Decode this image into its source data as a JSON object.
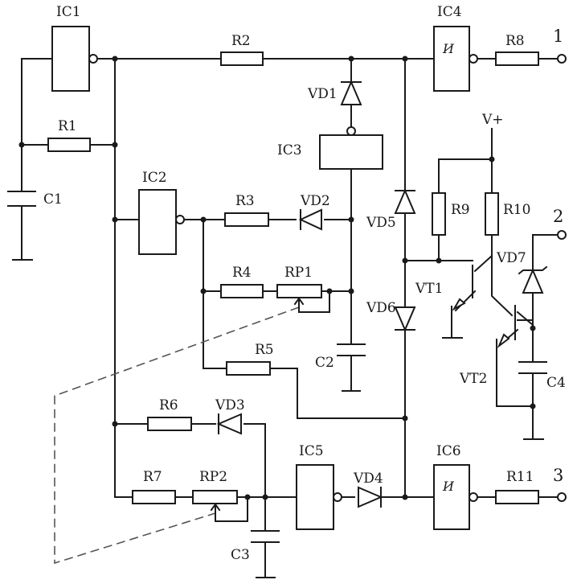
{
  "labels": {
    "IC1": "IC1",
    "IC2": "IC2",
    "IC3": "IC3",
    "IC4": "IC4",
    "IC5": "IC5",
    "IC6": "IC6",
    "R1": "R1",
    "R2": "R2",
    "R3": "R3",
    "R4": "R4",
    "R5": "R5",
    "R6": "R6",
    "R7": "R7",
    "R8": "R8",
    "R9": "R9",
    "R10": "R10",
    "R11": "R11",
    "RP1": "RP1",
    "RP2": "RP2",
    "C1": "C1",
    "C2": "C2",
    "C3": "C3",
    "C4": "C4",
    "VD1": "VD1",
    "VD2": "VD2",
    "VD3": "VD3",
    "VD4": "VD4",
    "VD5": "VD5",
    "VD6": "VD6",
    "VD7": "VD7",
    "VT1": "VT1",
    "VT2": "VT2",
    "vplus": "V+"
  },
  "terminals": {
    "t1": "1",
    "t2": "2",
    "t3": "3"
  },
  "schmitt_symbol": "И"
}
